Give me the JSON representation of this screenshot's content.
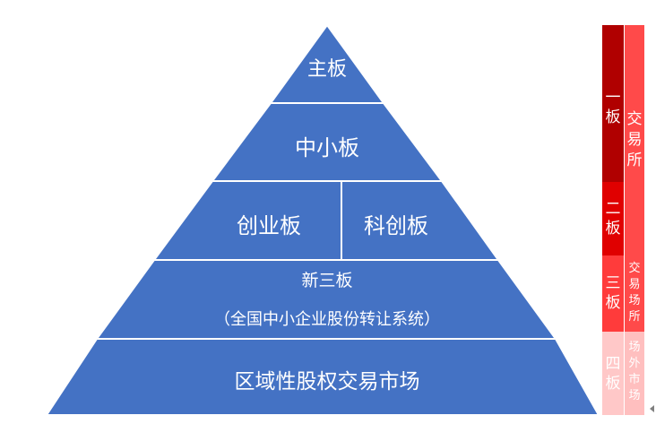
{
  "pyramid": {
    "main_board": "主板",
    "sme_board": "中小板",
    "chinext": "创业板",
    "star_market": "科创板",
    "new_third_board": "新三板",
    "new_third_board_note": "（全国中小企业股份转让系统）",
    "regional_equity": "区域性股权交易市场",
    "colors": {
      "fill": "#4472C4",
      "stroke": "#ffffff",
      "text": "#ffffff"
    }
  },
  "side_bar": {
    "level_1": "一板",
    "level_2": "二板",
    "level_3": "三板",
    "level_4": "四板",
    "exchange": "交易所",
    "exchange_venue": "交易场所",
    "otc_market": "场外市场",
    "colors": {
      "level_1": "#B00000",
      "level_2": "#E00000",
      "level_3": "#FF3B3B",
      "level_4": "#FFC8C8",
      "exchange": "#FF4A4A",
      "exchange_venue": "#FF4A4A",
      "otc_market": "#FFBFBF"
    }
  }
}
